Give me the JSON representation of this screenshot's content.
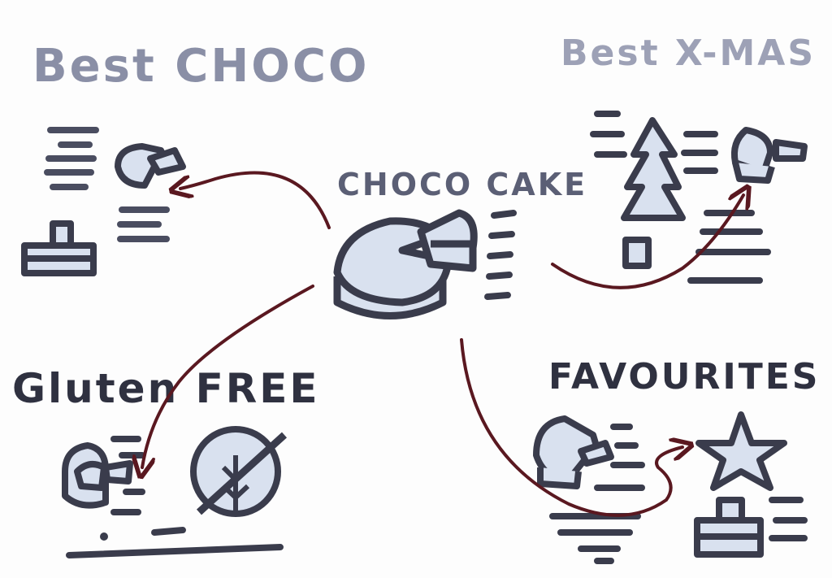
{
  "sketch": {
    "nodes": {
      "center": {
        "label": "CHOCO CAKE"
      },
      "best_choco": {
        "label": "Best CHOCO"
      },
      "best_xmas": {
        "label": "Best X-MAS"
      },
      "gluten_free": {
        "label": "Gluten FREE"
      },
      "favourites": {
        "label": "FAVOURITES"
      }
    },
    "colors": {
      "ink": "#2f3140",
      "faded_ink": "#8a8fa6",
      "fill": "#d9e1ef",
      "arrow": "#5a1820"
    },
    "icons": [
      "cake-icon",
      "cake-slice-icon",
      "cupcake-icon",
      "christmas-tree-icon",
      "star-icon",
      "no-wheat-icon"
    ]
  }
}
